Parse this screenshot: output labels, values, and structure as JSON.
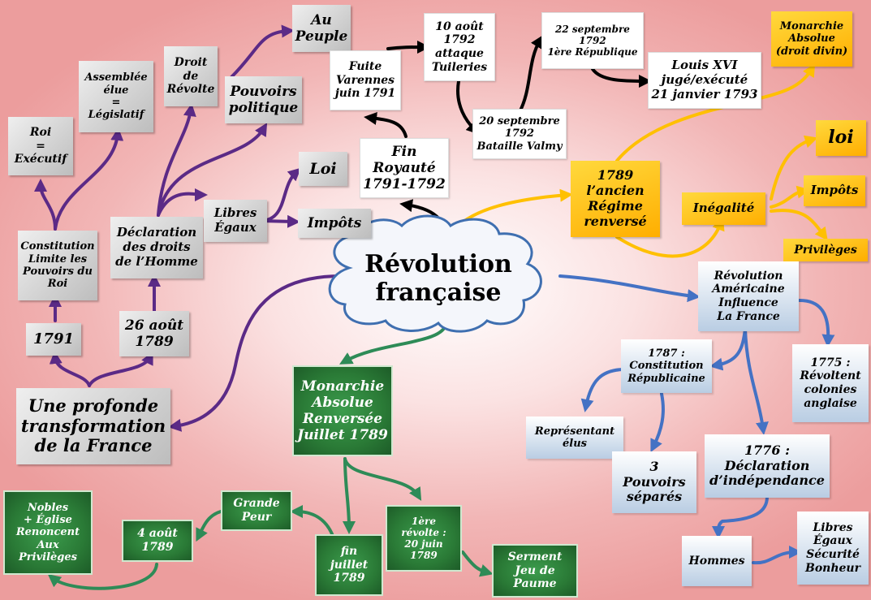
{
  "center": "Révolution\nfrançaise",
  "left_branch": {
    "main": "Une profonde\ntransformation\nde la France",
    "d1791": "1791",
    "d26aout": "26 août\n1789",
    "constitution": "Constitution\nLimite les\nPouvoirs du\nRoi",
    "declaration": "Déclaration\ndes droits\nde l’Homme",
    "roi": "Roi\n=\nExécutif",
    "assemblee": "Assemblée\nélue\n=\nLégislatif",
    "droit_revolte": "Droit\nde\nRévolte",
    "pouvoirs_politique": "Pouvoirs\npolitique",
    "au_peuple": "Au\nPeuple",
    "libres_egaux": "Libres\nÉgaux",
    "loi": "Loi",
    "impots": "Impôts"
  },
  "top_branch": {
    "fin_royaute": "Fin\nRoyauté\n1791-1792",
    "fuite": "Fuite\nVarennes\njuin 1791",
    "aout1792": "10 août\n1792\nattaque\nTuileries",
    "valmy": "20 septembre\n1792\nBataille Valmy",
    "republique": "22 septembre\n1792\n1ère République",
    "louis": "Louis XVI\njugé/exécuté\n21 janvier 1793"
  },
  "right_top_branch": {
    "ancien_regime": "1789\nl’ancien\nRégime\nrenversé",
    "monarchie_absolue": "Monarchie\nAbsolue\n(droit divin)",
    "inegalite": "Inégalité",
    "loi": "loi",
    "impots": "Impôts",
    "privileges": "Privilèges"
  },
  "right_bottom_branch": {
    "rev_americaine": "Révolution\nAméricaine\nInfluence\nLa France",
    "constitution1787": "1787 :\nConstitution\nRépublicaine",
    "colonies1775": "1775 :\nRévoltent\ncolonies\nanglaise",
    "representant": "Représentant\nélus",
    "pouvoirs_separes": "3\nPouvoirs\nséparés",
    "declaration1776": "1776 :\nDéclaration\nd’indépendance",
    "hommes": "Hommes",
    "libres_egaux": "Libres\nÉgaux\nSécurité\nBonheur"
  },
  "bottom_branch": {
    "monarchie_renversee": "Monarchie\nAbsolue\nRenversée\nJuillet 1789",
    "fin_juillet": "fin\njuillet\n1789",
    "grande_peur": "Grande\nPeur",
    "aout4": "4 août\n1789",
    "nobles": "Nobles\n+ Église\nRenoncent\nAux\nPrivilèges",
    "revolte_20juin": "1ère\nrévolte :\n20 juin\n1789",
    "serment": "Serment\nJeu de\nPaume"
  },
  "colors": {
    "left": "#5b2a86",
    "top": "#000000",
    "orange": "#ffc000",
    "blue": "#4472c4",
    "green": "#2e8b57"
  }
}
